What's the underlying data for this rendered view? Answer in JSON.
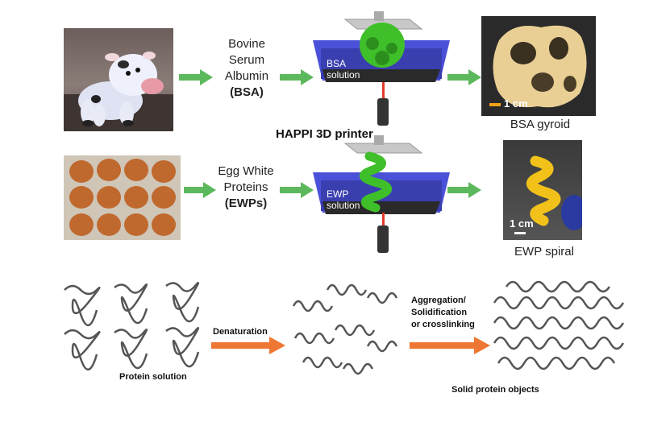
{
  "row1": {
    "source_label_line1": "Bovine",
    "source_label_line2": "Serum",
    "source_label_line3": "Albumin",
    "source_label_abbr": "(BSA)",
    "tank_label_line1": "BSA",
    "tank_label_line2": "solution",
    "result_caption": "BSA gyroid",
    "scale_label": "1 cm"
  },
  "printer_title": "HAPPI 3D printer",
  "row2": {
    "source_label_line1": "Egg White",
    "source_label_line2": "Proteins",
    "source_label_abbr": "(EWPs)",
    "tank_label_line1": "EWP",
    "tank_label_line2": "solution",
    "result_caption": "EWP spiral",
    "scale_label": "1 cm"
  },
  "mechanism": {
    "protein_solution": "Protein solution",
    "denaturation": "Denaturation",
    "aggregation_line1": "Aggregation/",
    "aggregation_line2": "Solidification",
    "aggregation_line3": "or crosslinking",
    "solid_objects": "Solid protein objects"
  },
  "colors": {
    "green_arrow": "#5cb85c",
    "orange_arrow": "#ee7733",
    "tank_blue": "#4b50d8",
    "print_green": "#3fbf2a",
    "laser_red": "#e23b2b"
  }
}
